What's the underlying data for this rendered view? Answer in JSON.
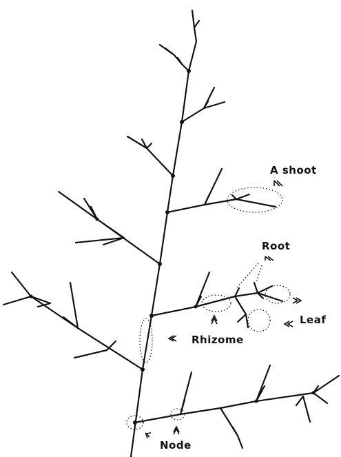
{
  "labels": {
    "shoot": "A shoot",
    "root": "Root",
    "leaf": "Leaf",
    "rhizome": "Rhizome",
    "node": "Node"
  },
  "colors": {
    "ink": "#111111",
    "background": "#ffffff"
  }
}
